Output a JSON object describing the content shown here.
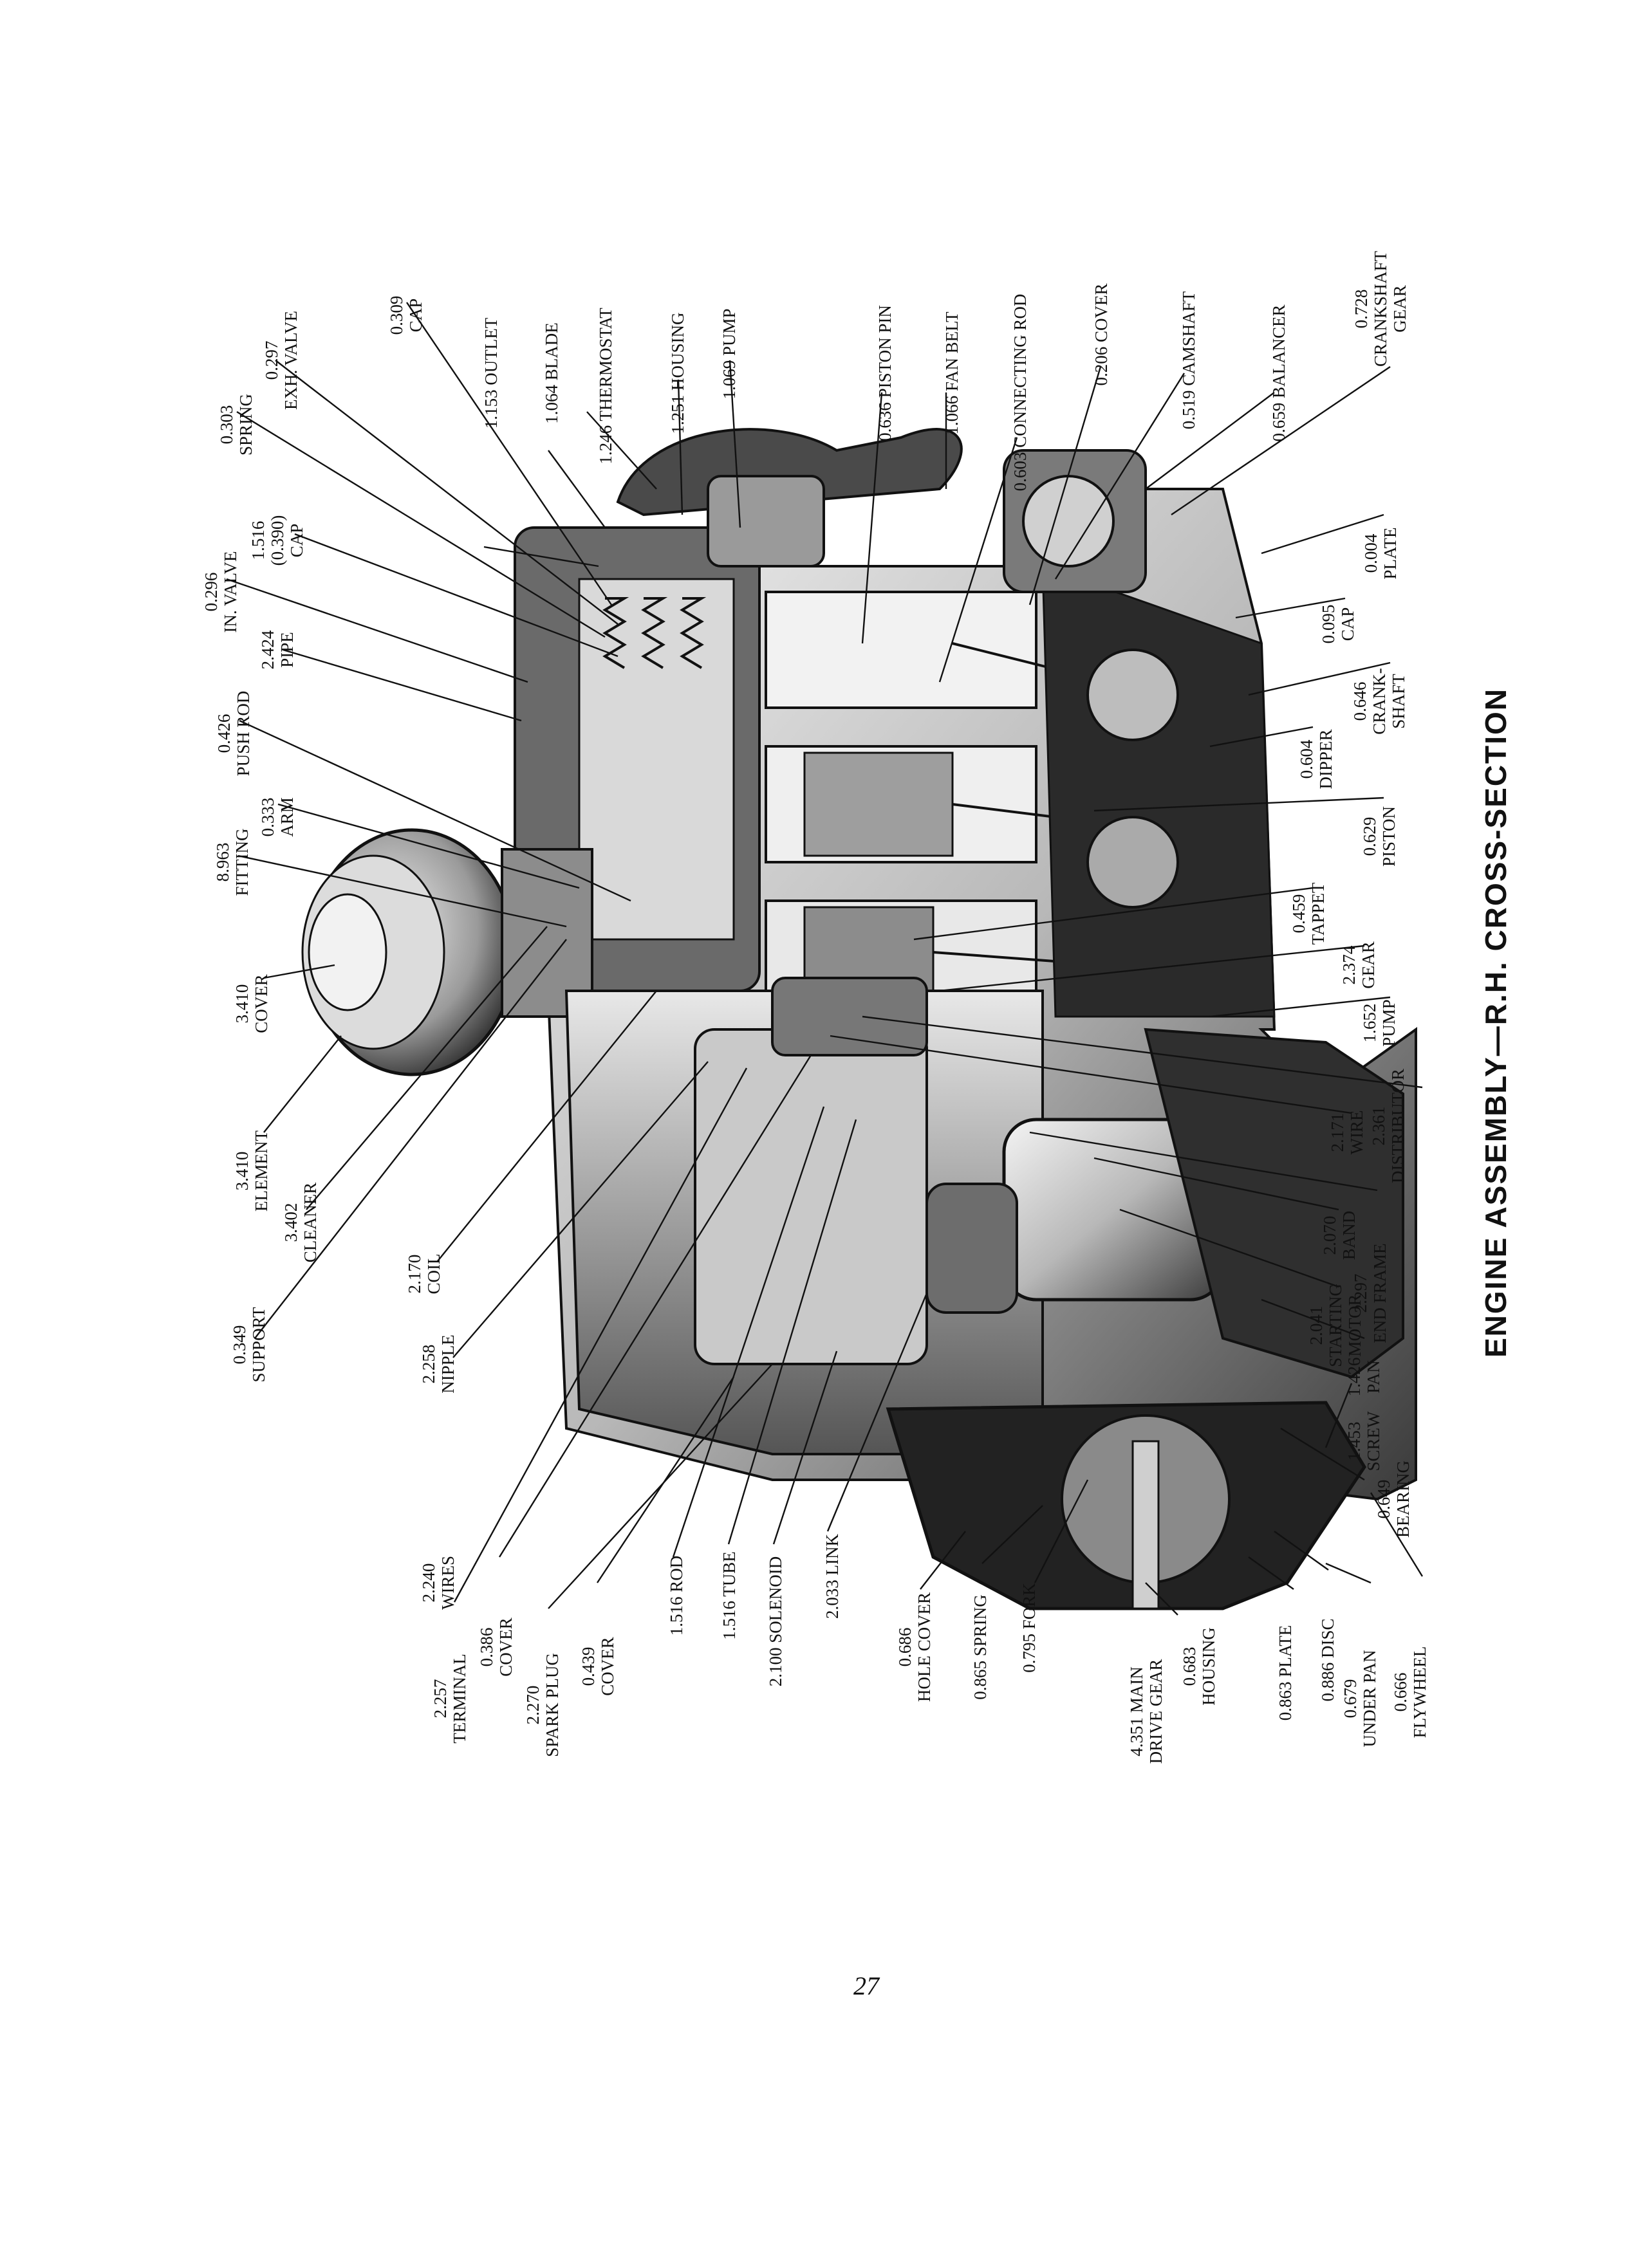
{
  "title": "ENGINE ASSEMBLY—R.H. CROSS-SECTION",
  "page_number": "27",
  "labels": [
    {
      "id": "l01",
      "lines": [
        "0.309",
        "CAP"
      ]
    },
    {
      "id": "l02",
      "lines": [
        "0.297",
        "EXH. VALVE"
      ]
    },
    {
      "id": "l03",
      "lines": [
        "0.303",
        "SPRING"
      ]
    },
    {
      "id": "l04",
      "lines": [
        "1.516",
        "(0.390)",
        "CAP"
      ]
    },
    {
      "id": "l05",
      "lines": [
        "0.296",
        "IN. VALVE"
      ]
    },
    {
      "id": "l06",
      "lines": [
        "2.424",
        "PIPE"
      ]
    },
    {
      "id": "l07",
      "lines": [
        "0.426",
        "PUSH ROD"
      ]
    },
    {
      "id": "l08",
      "lines": [
        "0.333",
        "ARM"
      ]
    },
    {
      "id": "l09",
      "lines": [
        "8.963",
        "FITTING"
      ]
    },
    {
      "id": "l10",
      "lines": [
        "3.410",
        "COVER"
      ]
    },
    {
      "id": "l11",
      "lines": [
        "3.410",
        "ELEMENT"
      ]
    },
    {
      "id": "l12",
      "lines": [
        "3.402",
        "CLEANER"
      ]
    },
    {
      "id": "l13",
      "lines": [
        "0.349",
        "SUPPORT"
      ]
    },
    {
      "id": "l14",
      "lines": [
        "2.170",
        "COIL"
      ]
    },
    {
      "id": "l15",
      "lines": [
        "2.258",
        "NIPPLE"
      ]
    },
    {
      "id": "l16",
      "lines": [
        "2.240",
        "WIRES"
      ]
    },
    {
      "id": "l17",
      "lines": [
        "1.153 OUTLET"
      ]
    },
    {
      "id": "l18",
      "lines": [
        "1.064 BLADE"
      ]
    },
    {
      "id": "l19",
      "lines": [
        "1.246 THERMOSTAT"
      ]
    },
    {
      "id": "l20",
      "lines": [
        "1.251 HOUSING"
      ]
    },
    {
      "id": "l21",
      "lines": [
        "1.069 PUMP"
      ]
    },
    {
      "id": "l22",
      "lines": [
        "0.636 PISTON PIN"
      ]
    },
    {
      "id": "l23",
      "lines": [
        "1.066 FAN BELT"
      ]
    },
    {
      "id": "l24",
      "lines": [
        "0.603 CONNECTING ROD"
      ]
    },
    {
      "id": "l25",
      "lines": [
        "0.206 COVER"
      ]
    },
    {
      "id": "l26",
      "lines": [
        "0.519 CAMSHAFT"
      ]
    },
    {
      "id": "l27",
      "lines": [
        "0.659 BALANCER"
      ]
    },
    {
      "id": "l28",
      "lines": [
        "0.728",
        "CRANKSHAFT",
        "GEAR"
      ]
    },
    {
      "id": "l29",
      "lines": [
        "0.004",
        "PLATE"
      ]
    },
    {
      "id": "l30",
      "lines": [
        "0.095",
        "CAP"
      ]
    },
    {
      "id": "l31",
      "lines": [
        "0.646",
        "CRANK-",
        "SHAFT"
      ]
    },
    {
      "id": "l32",
      "lines": [
        "0.604",
        "DIPPER"
      ]
    },
    {
      "id": "l33",
      "lines": [
        "0.629",
        "PISTON"
      ]
    },
    {
      "id": "l34",
      "lines": [
        "0.459",
        "TAPPET"
      ]
    },
    {
      "id": "l35",
      "lines": [
        "2.374",
        "GEAR"
      ]
    },
    {
      "id": "l36",
      "lines": [
        "1.652",
        "PUMP"
      ]
    },
    {
      "id": "l37",
      "lines": [
        "2.361",
        "DISTRIBUTOR"
      ]
    },
    {
      "id": "l38",
      "lines": [
        "2.171",
        "WIRE"
      ]
    },
    {
      "id": "l39",
      "lines": [
        "2.297",
        "END FRAME"
      ]
    },
    {
      "id": "l40",
      "lines": [
        "2.070",
        "BAND"
      ]
    },
    {
      "id": "l41",
      "lines": [
        "2.041",
        "STARTING",
        "MOTOR"
      ]
    },
    {
      "id": "l42",
      "lines": [
        "1.426",
        "PAN"
      ]
    },
    {
      "id": "l43",
      "lines": [
        "1.453",
        "SCREW"
      ]
    },
    {
      "id": "l44",
      "lines": [
        "0.649",
        "BEARING"
      ]
    },
    {
      "id": "l45",
      "lines": [
        "2.257",
        "TERMINAL"
      ]
    },
    {
      "id": "l46",
      "lines": [
        "0.386",
        "COVER"
      ]
    },
    {
      "id": "l47",
      "lines": [
        "2.270",
        "SPARK PLUG"
      ]
    },
    {
      "id": "l48",
      "lines": [
        "0.439",
        "COVER"
      ]
    },
    {
      "id": "l49",
      "lines": [
        "1.516 ROD"
      ]
    },
    {
      "id": "l50",
      "lines": [
        "1.516 TUBE"
      ]
    },
    {
      "id": "l51",
      "lines": [
        "2.100 SOLENOID"
      ]
    },
    {
      "id": "l52",
      "lines": [
        "2.033 LINK"
      ]
    },
    {
      "id": "l53",
      "lines": [
        "0.686",
        "HOLE COVER"
      ]
    },
    {
      "id": "l54",
      "lines": [
        "0.865 SPRING"
      ]
    },
    {
      "id": "l55",
      "lines": [
        "0.795 FORK"
      ]
    },
    {
      "id": "l56",
      "lines": [
        "4.351 MAIN",
        "DRIVE GEAR"
      ]
    },
    {
      "id": "l57",
      "lines": [
        "0.683",
        "HOUSING"
      ]
    },
    {
      "id": "l58",
      "lines": [
        "0.863 PLATE"
      ]
    },
    {
      "id": "l59",
      "lines": [
        "0.886 DISC"
      ]
    },
    {
      "id": "l60",
      "lines": [
        "0.679",
        "UNDER PAN"
      ]
    },
    {
      "id": "l61",
      "lines": [
        "0.666",
        "FLYWHEEL"
      ]
    }
  ]
}
